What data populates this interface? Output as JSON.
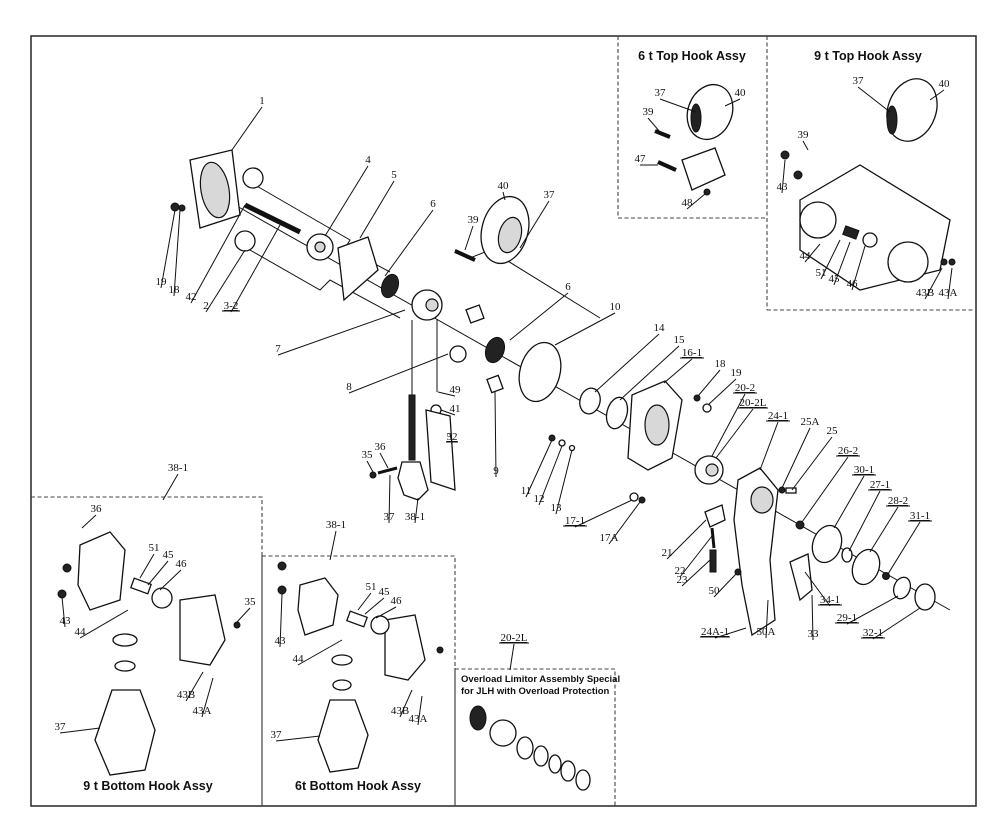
{
  "diagram": {
    "type": "exploded-parts-diagram",
    "subject": "lever chain hoist",
    "insets": [
      {
        "id": "top6",
        "title": "6 t Top Hook Assy",
        "parts": [
          "37",
          "39",
          "40",
          "47",
          "48"
        ]
      },
      {
        "id": "top9",
        "title": "9 t Top Hook Assy",
        "parts": [
          "37",
          "40",
          "39",
          "43",
          "44",
          "51",
          "45",
          "46",
          "43B",
          "43A"
        ]
      },
      {
        "id": "bot9",
        "title": "9 t  Bottom Hook Assy",
        "ref": "38-1",
        "parts": [
          "36",
          "51",
          "45",
          "46",
          "35",
          "43",
          "44",
          "43B",
          "43A",
          "37"
        ]
      },
      {
        "id": "bot6",
        "title": "6t Bottom Hook Assy",
        "ref": "38-1",
        "parts": [
          "51",
          "45",
          "46",
          "43",
          "44",
          "43B",
          "43A",
          "37"
        ]
      },
      {
        "id": "overload",
        "title_line1": "Overload Limitor Assembly Special",
        "title_line2": "for JLH with Overload Protection",
        "ref": "20-2L"
      }
    ],
    "main_callouts": [
      "1",
      "4",
      "5",
      "6",
      "19",
      "18",
      "42",
      "2",
      "3-2",
      "39",
      "40",
      "37",
      "7",
      "6",
      "10",
      "8",
      "14",
      "15",
      "16-1",
      "18",
      "19",
      "49",
      "41",
      "52",
      "9",
      "20-2",
      "20-2L",
      "24-1",
      "25A",
      "25",
      "26-2",
      "30-1",
      "27-1",
      "28-2",
      "31-1",
      "35",
      "36",
      "37",
      "38-1",
      "11",
      "12",
      "13",
      "17-1",
      "17A",
      "21",
      "22",
      "23",
      "50",
      "50A",
      "24A-1",
      "33",
      "34-1",
      "29-1",
      "32-1"
    ]
  },
  "labels": {
    "main": {
      "p1": "1",
      "p4": "4",
      "p5": "5",
      "p6a": "6",
      "p19a": "19",
      "p18a": "18",
      "p42": "42",
      "p2": "2",
      "p32": "3-2",
      "p39": "39",
      "p40": "40",
      "p37a": "37",
      "p7": "7",
      "p6b": "6",
      "p10": "10",
      "p8": "8",
      "p14": "14",
      "p15": "15",
      "p161": "16-1",
      "p18b": "18",
      "p19b": "19",
      "p49": "49",
      "p41": "41",
      "p52": "52",
      "p9": "9",
      "p202": "20-2",
      "p202l": "20-2L",
      "p241": "24-1",
      "p25a": "25A",
      "p25": "25",
      "p262": "26-2",
      "p301": "30-1",
      "p271": "27-1",
      "p282": "28-2",
      "p311": "31-1",
      "p35": "35",
      "p36": "36",
      "p37b": "37",
      "p381": "38-1",
      "p11": "11",
      "p12": "12",
      "p13": "13",
      "p171": "17-1",
      "p17a": "17A",
      "p21": "21",
      "p22": "22",
      "p23": "23",
      "p50": "50",
      "p50a": "50A",
      "p24a1": "24A-1",
      "p33": "33",
      "p341": "34-1",
      "p291": "29-1",
      "p321": "32-1"
    },
    "top6": {
      "p37": "37",
      "p40": "40",
      "p39": "39",
      "p47": "47",
      "p48": "48"
    },
    "top9": {
      "p37": "37",
      "p40": "40",
      "p39": "39",
      "p43": "43",
      "p44": "44",
      "p51": "51",
      "p45": "45",
      "p46": "46",
      "p43b": "43B",
      "p43a": "43A"
    },
    "bot9": {
      "ref": "38-1",
      "p36": "36",
      "p51": "51",
      "p45": "45",
      "p46": "46",
      "p35": "35",
      "p43": "43",
      "p44": "44",
      "p43b": "43B",
      "p43a": "43A",
      "p37": "37"
    },
    "bot6": {
      "ref": "38-1",
      "p51": "51",
      "p45": "45",
      "p46": "46",
      "p43": "43",
      "p44": "44",
      "p43b": "43B",
      "p43a": "43A",
      "p37": "37"
    },
    "overload": {
      "ref": "20-2L"
    }
  }
}
